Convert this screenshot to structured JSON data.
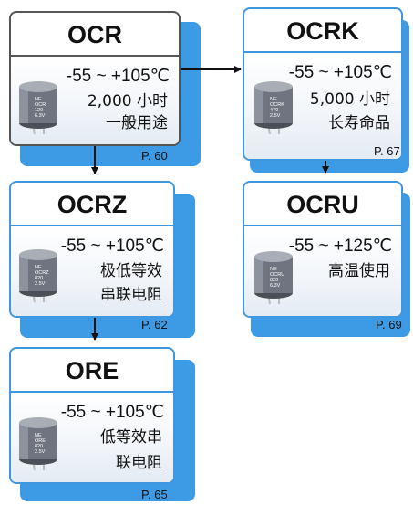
{
  "nodes": [
    {
      "id": "ocr",
      "name": "OCR",
      "temp": "-55 ~ +105℃",
      "lines": [
        "2,000 小时",
        "一般用途"
      ],
      "page": "P. 60",
      "cap_text": [
        "NE",
        "OCR",
        "120",
        "6.3V"
      ]
    },
    {
      "id": "ocrk",
      "name": "OCRK",
      "temp": "-55 ~ +105℃",
      "lines": [
        "5,000 小时",
        "长寿命品"
      ],
      "page": "P. 67",
      "cap_text": [
        "NE",
        "OCRK",
        "470",
        "2.5V"
      ]
    },
    {
      "id": "ocrz",
      "name": "OCRZ",
      "temp": "-55 ~ +105℃",
      "lines": [
        "极低等效",
        "串联电阻"
      ],
      "page": "P. 62",
      "cap_text": [
        "NE",
        "OCRZ",
        "820",
        "2.5V"
      ]
    },
    {
      "id": "ocru",
      "name": "OCRU",
      "temp": "-55 ~ +125℃",
      "lines": [
        "高温使用"
      ],
      "page": "P. 69",
      "cap_text": [
        "NE",
        "OCRU",
        "820",
        "6.3V"
      ]
    },
    {
      "id": "ore",
      "name": "ORE",
      "temp": "-55 ~ +105℃",
      "lines": [
        "低等效串",
        "联电阻"
      ],
      "page": "P. 65",
      "cap_text": [
        "NE",
        "ORE",
        "820",
        "2.5V"
      ]
    }
  ],
  "colors": {
    "card_border_dark": "#555555",
    "card_border_blue": "#3f98df",
    "shadow": "#3d9be6",
    "arrow": "#111111"
  }
}
